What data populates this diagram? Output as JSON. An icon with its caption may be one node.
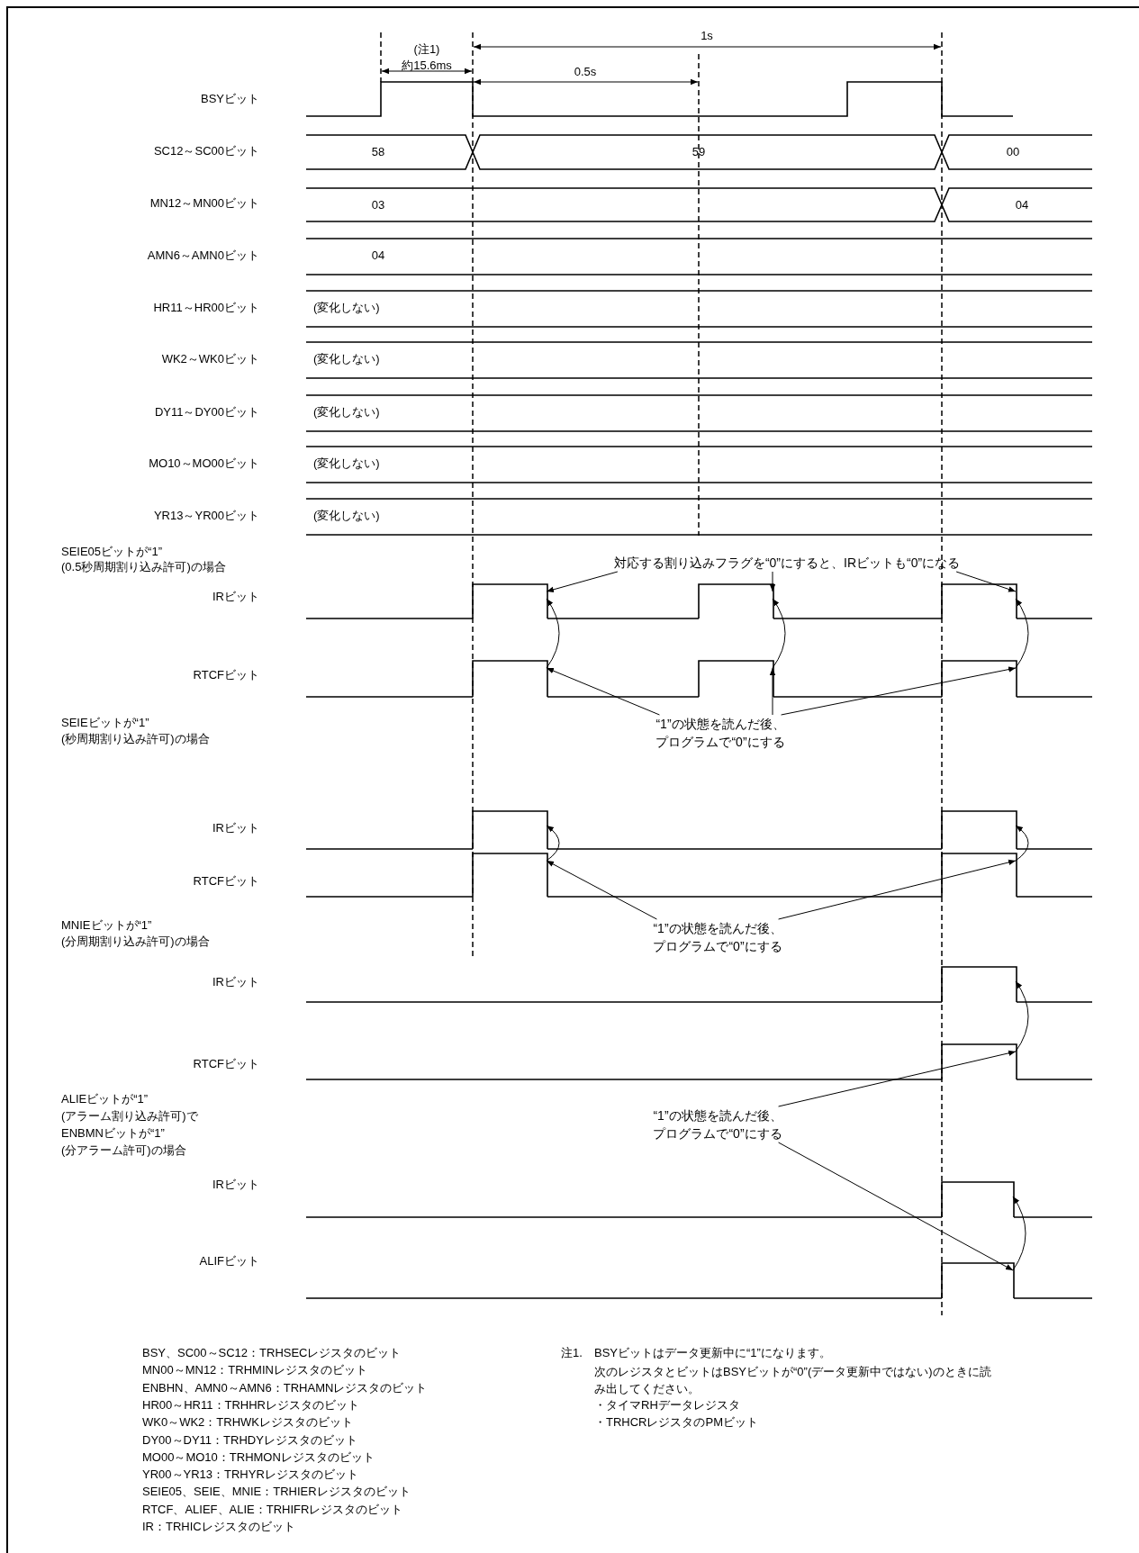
{
  "diagram": {
    "nodes": [
      {
        "text": [
          "対応する割り込みフラグを“0”にすると、IRビットも“0”になる"
        ]
      },
      {
        "text": [],
        "shape": "pulse"
      },
      {
        "text": [],
        "shape": "pulse"
      },
      {
        "text": [],
        "shape": "pulse"
      },
      {
        "text": [],
        "shape": "pulse"
      },
      {
        "text": [],
        "shape": "pulse"
      },
      {
        "text": [],
        "shape": "pulse"
      },
      {
        "text": [
          "“1”の状態を読んだ後、",
          "プログラムで“0”にする"
        ]
      },
      {
        "text": [],
        "shape": "pulse"
      },
      {
        "text": [],
        "shape": "pulse"
      },
      {
        "text": [],
        "shape": "pulse"
      },
      {
        "text": [],
        "shape": "pulse"
      },
      {
        "text": [
          "“1”の状態を読んだ後、",
          "プログラムで“0”にする"
        ]
      },
      {
        "text": [],
        "shape": "pulse"
      },
      {
        "text": [],
        "shape": "pulse"
      },
      {
        "text": [
          "“1”の状態を読んだ後、",
          "プログラムで“0”にする"
        ]
      },
      {
        "text": [],
        "shape": "pulse"
      },
      {
        "text": [],
        "shape": "pulse"
      }
    ],
    "edges": [
      {
        "from": 0,
        "to": 1,
        "arrow": "to"
      },
      {
        "from": 0,
        "to": 2,
        "arrow": "to"
      },
      {
        "from": 0,
        "to": 3,
        "arrow": "to"
      },
      {
        "from": 4,
        "to": 1,
        "arrow": "to"
      },
      {
        "from": 5,
        "to": 2,
        "arrow": "to"
      },
      {
        "from": 6,
        "to": 3,
        "arrow": "to"
      },
      {
        "from": 7,
        "to": 4,
        "arrow": "to"
      },
      {
        "from": 7,
        "to": 5,
        "arrow": "to"
      },
      {
        "from": 7,
        "to": 6,
        "arrow": "to"
      },
      {
        "from": 10,
        "to": 8,
        "arrow": "to"
      },
      {
        "from": 11,
        "to": 9,
        "arrow": "to"
      },
      {
        "from": 12,
        "to": 10,
        "arrow": "to"
      },
      {
        "from": 12,
        "to": 11,
        "arrow": "to"
      },
      {
        "from": 14,
        "to": 13,
        "arrow": "to"
      },
      {
        "from": 15,
        "to": 14,
        "arrow": "to"
      },
      {
        "from": 15,
        "to": 17,
        "arrow": "to"
      },
      {
        "from": 17,
        "to": 16,
        "arrow": "to"
      }
    ],
    "labels": [
      "(注1)",
      "約15.6ms",
      "1s",
      "0.5s",
      "BSYビット",
      "SC12～SC00ビット",
      "58",
      "59",
      "00",
      "MN12～MN00ビット",
      "03",
      "04",
      "AMN6～AMN0ビット",
      "04",
      "HR11～HR00ビット",
      "(変化しない)",
      "WK2～WK0ビット",
      "(変化しない)",
      "DY11～DY00ビット",
      "(変化しない)",
      "MO10～MO00ビット",
      "(変化しない)",
      "YR13～YR00ビット",
      "(変化しない)",
      "SEIE05ビットが“1”",
      "(0.5秒周期割り込み許可)の場合",
      "IRビット",
      "RTCFビット",
      "SEIEビットが“1”",
      "(秒周期割り込み許可)の場合",
      "IRビット",
      "RTCFビット",
      "MNIEビットが“1”",
      "(分周期割り込み許可)の場合",
      "IRビット",
      "RTCFビット",
      "ALIEビットが“1”",
      "(アラーム割り込み許可)で",
      "ENBMNビットが“1”",
      "(分アラーム許可)の場合",
      "IRビット",
      "ALIFビット",
      "BSY、SC00～SC12：TRHSECレジスタのビット",
      "MN00～MN12：TRHMINレジスタのビット",
      "ENBHN、AMN0～AMN6：TRHAMNレジスタのビット",
      "HR00～HR11：TRHHRレジスタのビット",
      "WK0～WK2：TRHWKレジスタのビット",
      "DY00～DY11：TRHDYレジスタのビット",
      "MO00～MO10：TRHMONレジスタのビット",
      "YR00～YR13：TRHYRレジスタのビット",
      "SEIE05、SEIE、MNIE：TRHIERレジスタのビット",
      "RTCF、ALIEF、ALIE：TRHIFRレジスタのビット",
      "IR：TRHICレジスタのビット",
      "注1.",
      "BSYビットはデータ更新中に“1”になります。",
      "次のレジスタとビットはBSYビットが“0”(データ更新中ではない)のときに読み出してください。",
      "・タイマRHデータレジスタ",
      "・TRHCRレジスタのPMビット"
    ]
  }
}
